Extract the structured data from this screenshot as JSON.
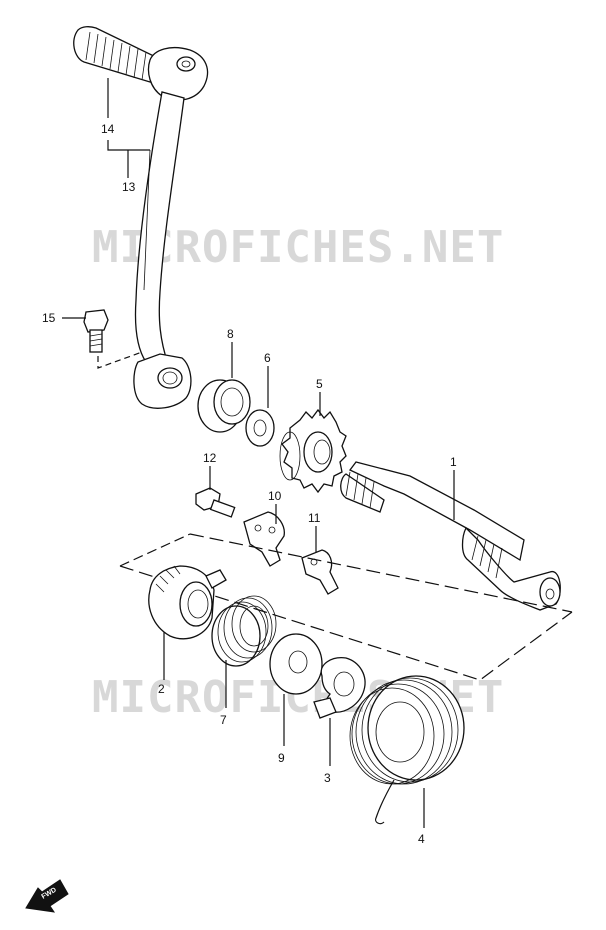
{
  "watermark": "MICROFICHES.NET",
  "fwd_label": "FWD",
  "callouts": {
    "p1": "1",
    "p2": "2",
    "p3": "3",
    "p4": "4",
    "p5": "5",
    "p6": "6",
    "p7": "7",
    "p8": "8",
    "p9": "9",
    "p10": "10",
    "p11": "11",
    "p12": "12",
    "p13": "13",
    "p14": "14",
    "p15": "15"
  },
  "icons": {
    "fwd": "fwd-arrow-icon"
  }
}
